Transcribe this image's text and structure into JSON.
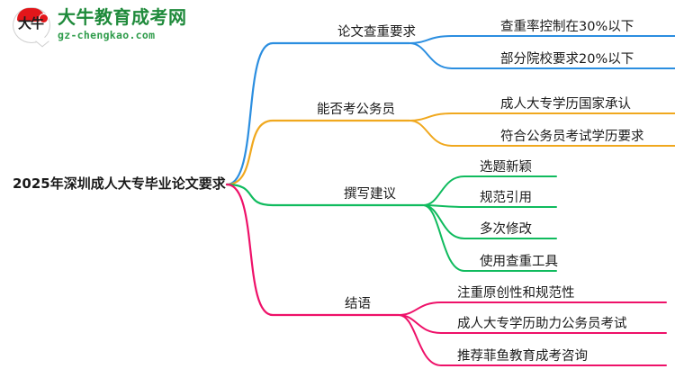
{
  "header": {
    "logo_icon": "daniu-bull-logo-icon",
    "logo_badge_text": "大牛",
    "site_name": "大牛教育成考网",
    "site_domain": "gz-chengkao.com",
    "brand_green": "#1f8a3b",
    "brand_red": "#e3161a"
  },
  "mindmap": {
    "root": {
      "label": "2025年深圳成人大专毕业论文要求"
    },
    "branches": [
      {
        "label": "论文查重要求",
        "color": "#2b8ee0",
        "children": [
          {
            "label": "查重率控制在30%以下"
          },
          {
            "label": "部分院校要求20%以下"
          }
        ]
      },
      {
        "label": "能否考公务员",
        "color": "#f0a81e",
        "children": [
          {
            "label": "成人大专学历国家承认"
          },
          {
            "label": "符合公务员考试学历要求"
          }
        ]
      },
      {
        "label": "撰写建议",
        "color": "#10bb5e",
        "children": [
          {
            "label": "选题新颖"
          },
          {
            "label": "规范引用"
          },
          {
            "label": "多次修改"
          },
          {
            "label": "使用查重工具"
          }
        ]
      },
      {
        "label": "结语",
        "color": "#ee1169",
        "children": [
          {
            "label": "注重原创性和规范性"
          },
          {
            "label": "成人大专学历助力公务员考试"
          },
          {
            "label": "推荐菲鱼教育成考咨询"
          }
        ]
      }
    ]
  }
}
